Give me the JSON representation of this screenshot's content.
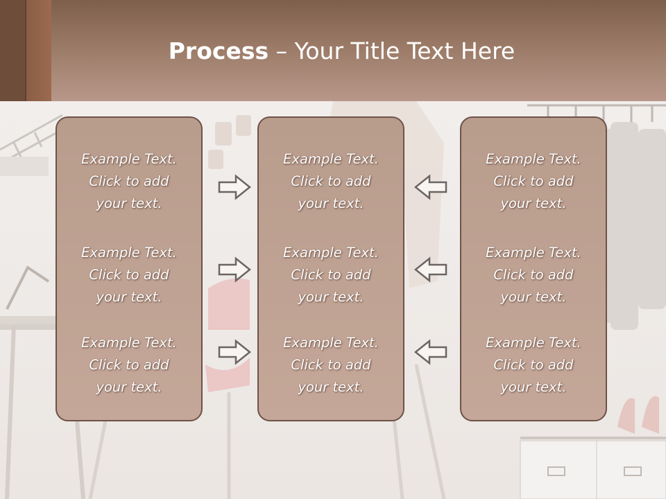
{
  "slide": {
    "title_bold": "Process",
    "title_dash": " – ",
    "title_rest": "Your Title Text Here"
  },
  "panels": [
    {
      "blocks": [
        {
          "line1": "Example Text.",
          "line2": "Click  to add",
          "line3": "your text."
        },
        {
          "line1": "Example Text.",
          "line2": "Click  to add",
          "line3": "your text."
        },
        {
          "line1": "Example Text.",
          "line2": "Click  to add",
          "line3": "your text."
        }
      ]
    },
    {
      "blocks": [
        {
          "line1": "Example Text.",
          "line2": "Click  to add",
          "line3": "your text."
        },
        {
          "line1": "Example Text.",
          "line2": "Click  to add",
          "line3": "your text."
        },
        {
          "line1": "Example Text.",
          "line2": "Click  to add",
          "line3": "your text."
        }
      ]
    },
    {
      "blocks": [
        {
          "line1": "Example Text.",
          "line2": "Click  to add",
          "line3": "your text."
        },
        {
          "line1": "Example Text.",
          "line2": "Click  to add",
          "line3": "your text."
        },
        {
          "line1": "Example Text.",
          "line2": "Click  to add",
          "line3": "your text."
        }
      ]
    }
  ],
  "arrows": {
    "left_column_direction": "right",
    "right_column_direction": "left",
    "icon": "outline-arrow-icon"
  },
  "colors": {
    "header": "#9a7a66",
    "panel_fill": "#bfa393",
    "panel_border": "#6e5248",
    "text": "#ffffff"
  }
}
